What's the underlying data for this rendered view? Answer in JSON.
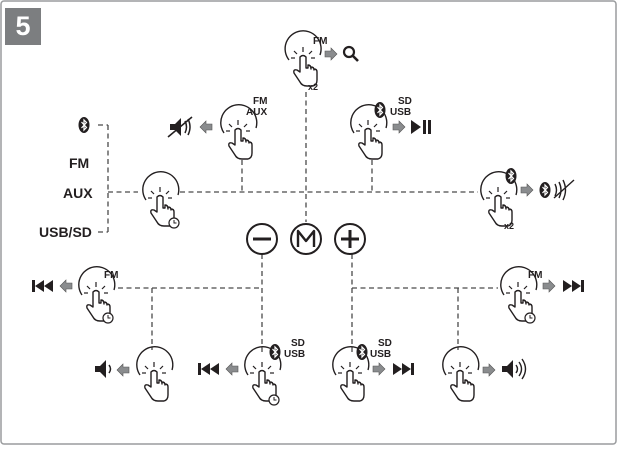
{
  "step_number": "5",
  "modes": {
    "fm": "FM",
    "aux": "AUX",
    "usb_sd": "USB/SD"
  },
  "buttons": {
    "minus": "−",
    "mode": "M",
    "plus": "+"
  },
  "gesture_labels": {
    "fm": "FM",
    "fm_aux_top": "FM",
    "fm_aux_bottom": "AUX",
    "sd": "SD",
    "usb": "USB",
    "times_two": "x2"
  },
  "icons": [
    "bluetooth-icon",
    "search-icon",
    "play-pause-icon",
    "mute-icon",
    "bluetooth-disconnect-icon",
    "previous-track-icon",
    "next-track-icon",
    "volume-down-icon",
    "volume-up-icon",
    "press-hand-icon",
    "hold-hand-icon"
  ],
  "colors": {
    "line": "#231f20",
    "arrow_fill": "#8a8c8e",
    "badge": "#7c7e80",
    "border": "#9a9c9e"
  }
}
